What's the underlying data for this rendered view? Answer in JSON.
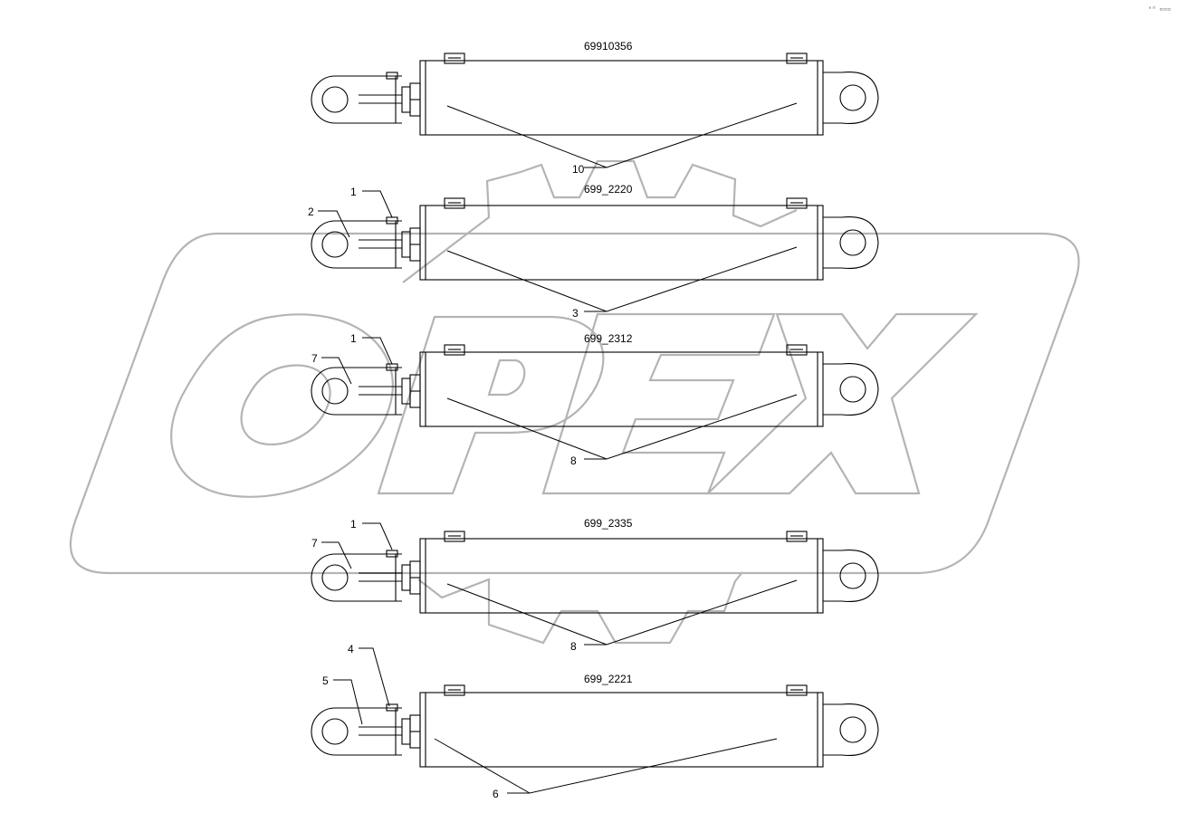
{
  "cylinders": [
    {
      "part_number": "69910356",
      "callouts": [
        "10"
      ]
    },
    {
      "part_number": "699_2220",
      "callouts": [
        "1",
        "2",
        "3"
      ]
    },
    {
      "part_number": "699_2312",
      "callouts": [
        "1",
        "7",
        "8"
      ]
    },
    {
      "part_number": "699_2335",
      "callouts": [
        "1",
        "7",
        "8"
      ]
    },
    {
      "part_number": "699_2221",
      "callouts": [
        "4",
        "5",
        "6"
      ]
    }
  ],
  "watermark": {
    "text": "OPEX",
    "color": "#b4b4b4"
  },
  "corner_mark": "ᵃᵈ ▫▫▫"
}
